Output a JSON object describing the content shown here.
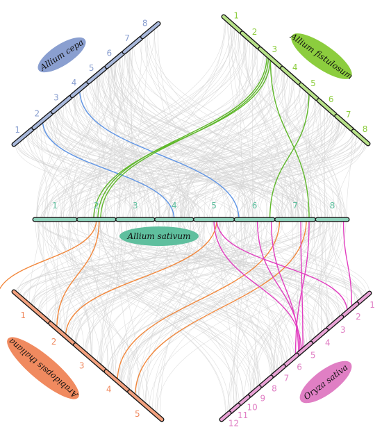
{
  "species": {
    "cepa": {
      "name": "Allium cepa",
      "color": "#8a9fd0",
      "bar_fill": "#a9b9dc",
      "chromosomes": [
        "1",
        "2",
        "3",
        "4",
        "5",
        "6",
        "7",
        "8"
      ]
    },
    "fistulosum": {
      "name": "Allium fistulosum",
      "color": "#8ccd3e",
      "bar_fill": "#b9e38a",
      "chromosomes": [
        "1",
        "2",
        "3",
        "4",
        "5",
        "6",
        "7",
        "8"
      ]
    },
    "sativum": {
      "name": "Allium sativum",
      "color": "#5fbf9e",
      "bar_fill": "#8fd5bd",
      "chromosomes": [
        "1",
        "2",
        "3",
        "4",
        "5",
        "6",
        "7",
        "8"
      ]
    },
    "arabidopsis": {
      "name": "Arabidopsis thaliana",
      "color": "#f08a5f",
      "bar_fill": "#f4a27f",
      "chromosomes": [
        "1",
        "2",
        "3",
        "4",
        "5"
      ]
    },
    "oryza": {
      "name": "Oryza sativa",
      "color": "#e07fc4",
      "bar_fill": "#e9a3d6",
      "chromosomes": [
        "1",
        "2",
        "3",
        "4",
        "5",
        "6",
        "7",
        "8",
        "9",
        "10",
        "11",
        "12"
      ]
    }
  },
  "link_colors": {
    "background": "#d4d4d4",
    "cepa": "#5f95e6",
    "fistulosum": "#5fb82a",
    "arabidopsis": "#f2873b",
    "oryza": "#e23ec0"
  }
}
